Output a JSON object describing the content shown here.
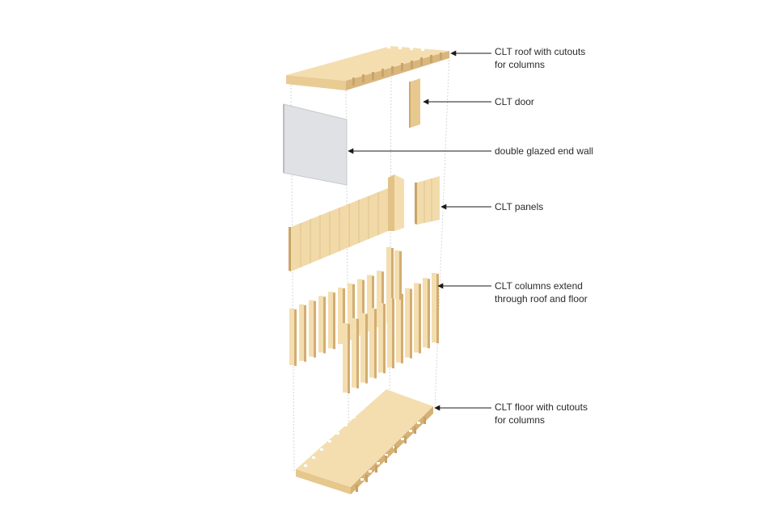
{
  "diagram": {
    "labels": [
      {
        "id": "roof",
        "lines": [
          "CLT roof with cutouts",
          "for columns"
        ]
      },
      {
        "id": "door",
        "lines": [
          "CLT door"
        ]
      },
      {
        "id": "glazing",
        "lines": [
          "double glazed end wall"
        ]
      },
      {
        "id": "panels",
        "lines": [
          "CLT panels"
        ]
      },
      {
        "id": "columns",
        "lines": [
          "CLT columns extend",
          "through roof and floor"
        ]
      },
      {
        "id": "floor",
        "lines": [
          "CLT floor with cutouts",
          "for columns"
        ]
      }
    ]
  },
  "colors": {
    "wood_light": "#f4deb0",
    "wood_mid": "#e9cc94",
    "wood_dark": "#d2ad72",
    "glass": "#dfe1e4",
    "leader": "#1a1a1a",
    "guide": "#c9ccd0"
  }
}
